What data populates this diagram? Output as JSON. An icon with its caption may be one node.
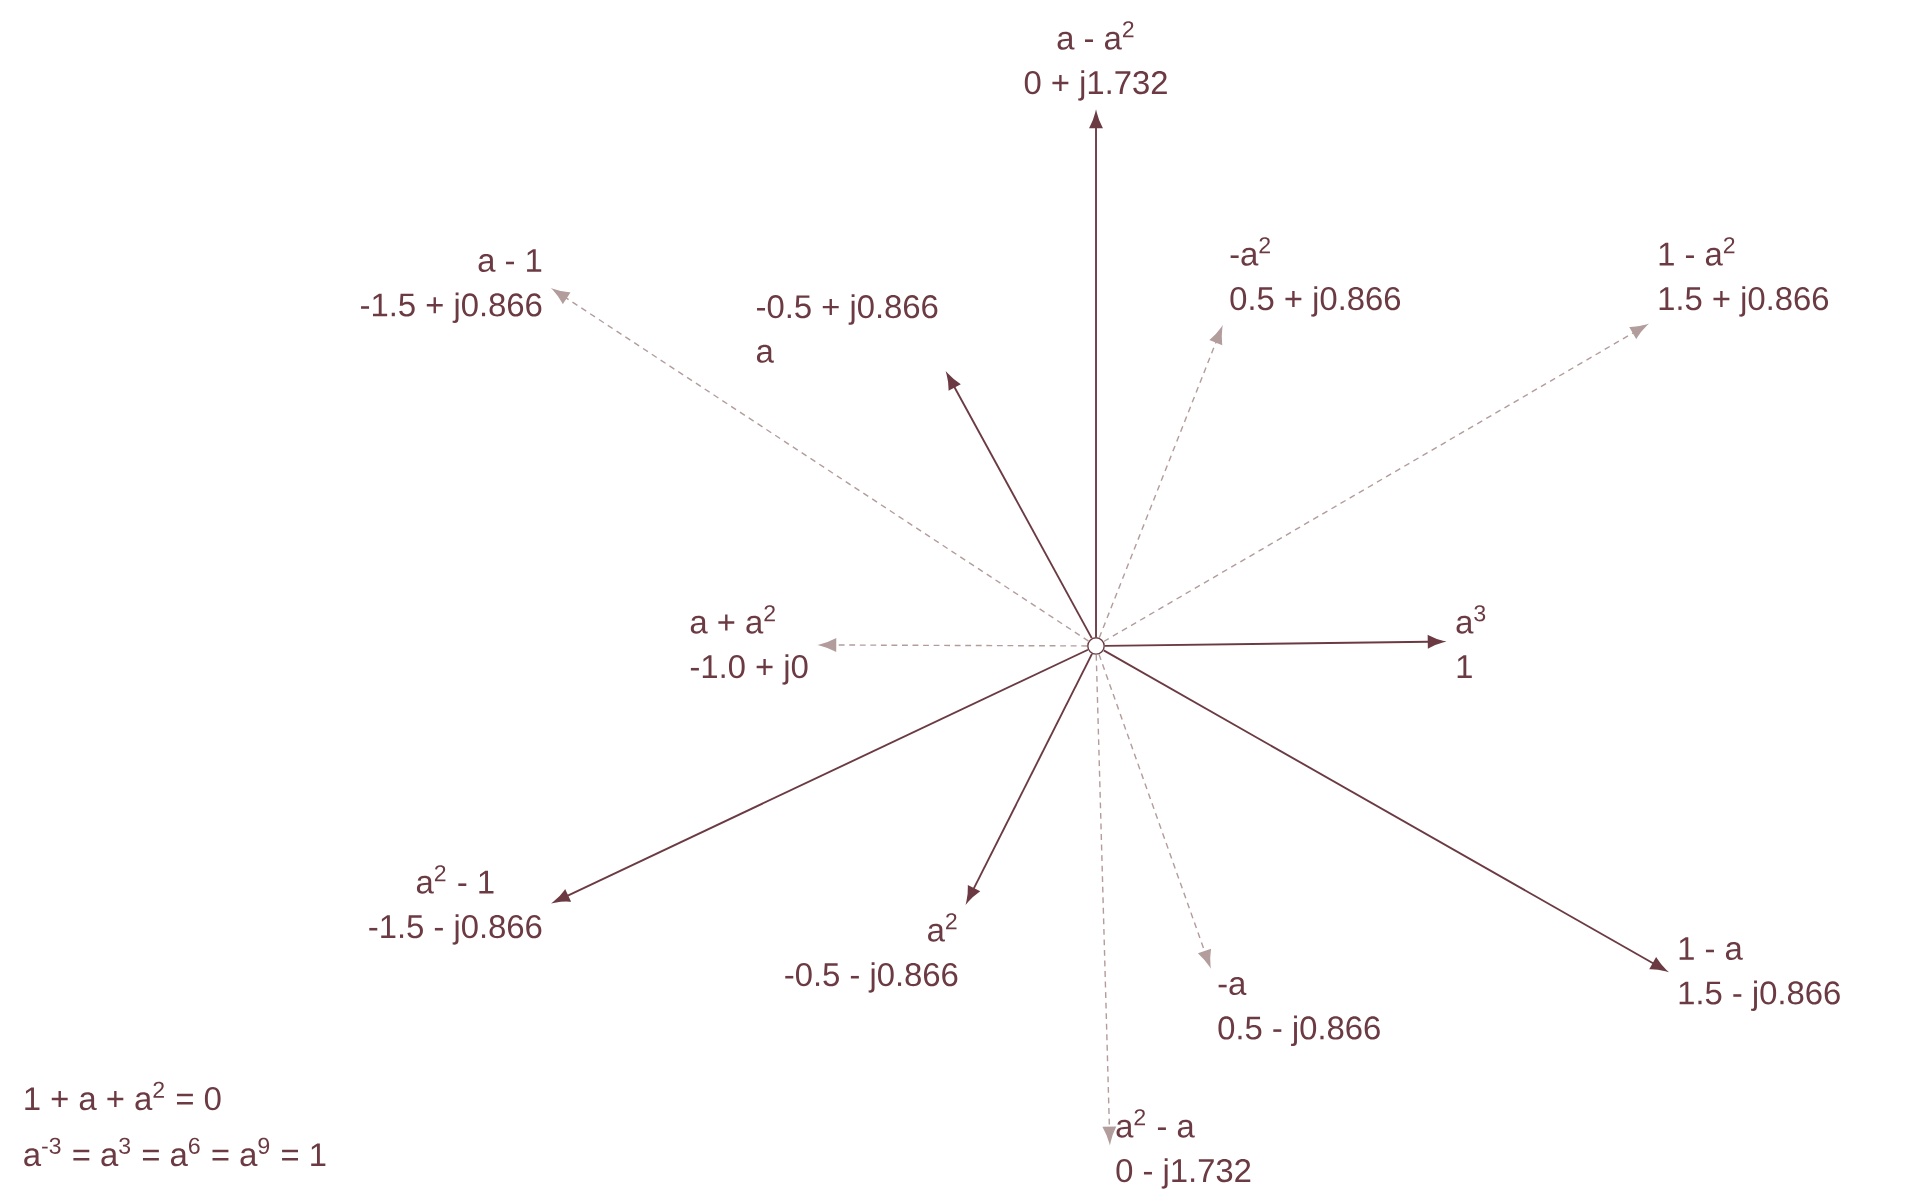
{
  "diagram": {
    "nodes": [
      {
        "text": [],
        "shape": "circle"
      },
      {
        "text": [
          "a - a$^{2}$",
          "0 + j1.732"
        ]
      },
      {
        "text": [
          "-a$^{2}$",
          "0.5 + j0.866"
        ]
      },
      {
        "text": [
          "1 - a$^{2}$",
          "1.5 + j0.866"
        ]
      },
      {
        "text": [
          "-0.5 + j0.866",
          "a"
        ]
      },
      {
        "text": [
          "a - 1",
          "-1.5 + j0.866"
        ]
      },
      {
        "text": [
          "a + a$^{2}$",
          "-1.0 + j0"
        ]
      },
      {
        "text": [
          "a$^{3}$",
          "1"
        ]
      },
      {
        "text": [
          "a$^{2}$ - 1",
          "-1.5 - j0.866"
        ]
      },
      {
        "text": [
          "a$^{2}$",
          "-0.5 - j0.866"
        ]
      },
      {
        "text": [
          "-a",
          "0.5 - j0.866"
        ]
      },
      {
        "text": [
          "1 - a",
          "1.5 - j0.866"
        ]
      },
      {
        "text": [
          "a$^{2}$ - a",
          "0 - j1.732"
        ]
      }
    ],
    "edges": [
      {
        "from": 0,
        "to": 1,
        "arrow": "to"
      },
      {
        "from": 0,
        "to": 2,
        "arrow": "to",
        "style": "dashed",
        "color": "#b39c9c"
      },
      {
        "from": 0,
        "to": 3,
        "arrow": "to",
        "style": "dashed",
        "color": "#b39c9c"
      },
      {
        "from": 0,
        "to": 4,
        "arrow": "to"
      },
      {
        "from": 0,
        "to": 5,
        "arrow": "to",
        "style": "dashed",
        "color": "#b39c9c"
      },
      {
        "from": 0,
        "to": 6,
        "arrow": "to",
        "style": "dashed",
        "color": "#b39c9c"
      },
      {
        "from": 0,
        "to": 7,
        "arrow": "to"
      },
      {
        "from": 0,
        "to": 8,
        "arrow": "to"
      },
      {
        "from": 0,
        "to": 9,
        "arrow": "to"
      },
      {
        "from": 0,
        "to": 10,
        "arrow": "to",
        "style": "dashed",
        "color": "#b39c9c"
      },
      {
        "from": 0,
        "to": 11,
        "arrow": "to"
      },
      {
        "from": 0,
        "to": 12,
        "arrow": "to",
        "style": "dashed",
        "color": "#b39c9c"
      }
    ],
    "labels": [
      "1 + a + a$^{2}$ = 0",
      "a$^{-3}$ = a$^{3}$ = a$^{6}$ = a$^{9}$ = 1"
    ]
  }
}
